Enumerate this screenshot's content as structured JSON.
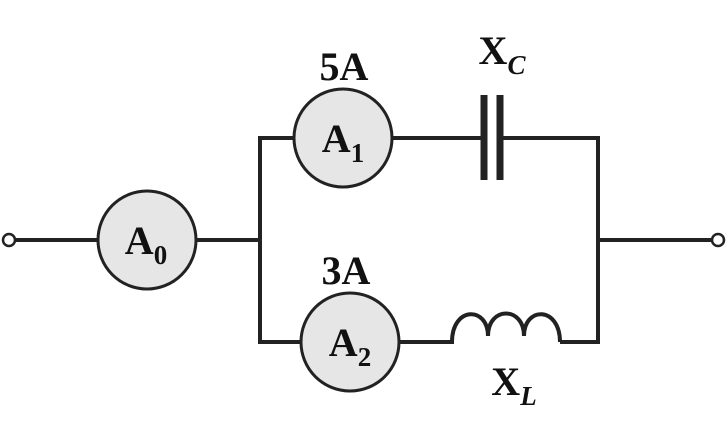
{
  "meters": {
    "a0": {
      "base": "A",
      "sub": "0"
    },
    "a1": {
      "base": "A",
      "sub": "1",
      "reading": "5A"
    },
    "a2": {
      "base": "A",
      "sub": "2",
      "reading": "3A"
    }
  },
  "components": {
    "capacitor": {
      "base": "X",
      "sub": "C"
    },
    "inductor": {
      "base": "X",
      "sub": "L"
    }
  },
  "colors": {
    "wire": "#222222",
    "meter_fill": "#e6e6e6",
    "background": "#ffffff"
  }
}
